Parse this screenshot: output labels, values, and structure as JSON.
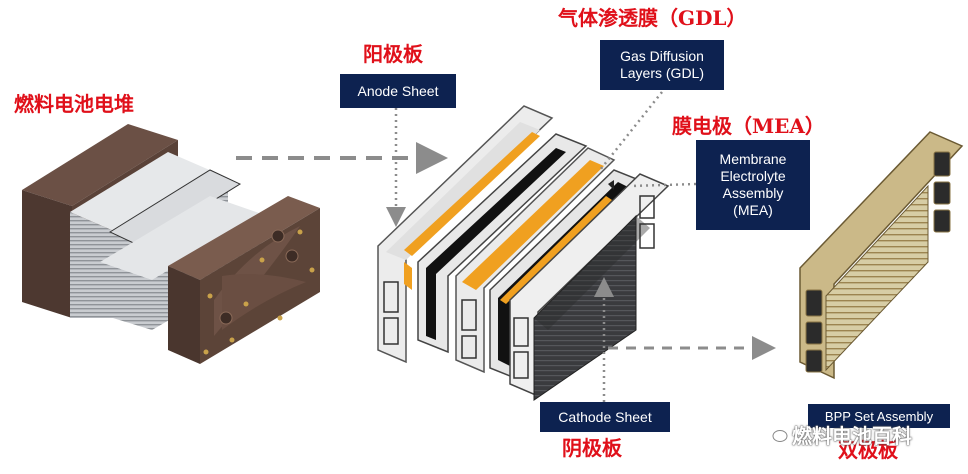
{
  "labels": {
    "stack_zh": "燃料电池电堆",
    "anode_zh": "阳极板",
    "gdl_zh": "气体渗透膜（GDL）",
    "mea_zh": "膜电极（MEA）",
    "cathode_zh": "阴极板",
    "bpp_zh": "双极板"
  },
  "boxes": {
    "anode": "Anode Sheet",
    "gdl_line1": "Gas Diffusion",
    "gdl_line2": "Layers (GDL)",
    "mea_line1": "Membrane",
    "mea_line2": "Electrolyte",
    "mea_line3": "Assembly",
    "mea_line4": "(MEA)",
    "cathode": "Cathode Sheet",
    "bpp": "BPP Set Assembly"
  },
  "watermark": "燃料电池百科",
  "colors": {
    "label_red": "#e0101a",
    "box_navy": "#0d2250",
    "arrow_gray": "#8c8c8c",
    "gdl_orange": "#f0a020",
    "stack_brown": "#5a4238",
    "plate_gold": "#b8954a"
  }
}
